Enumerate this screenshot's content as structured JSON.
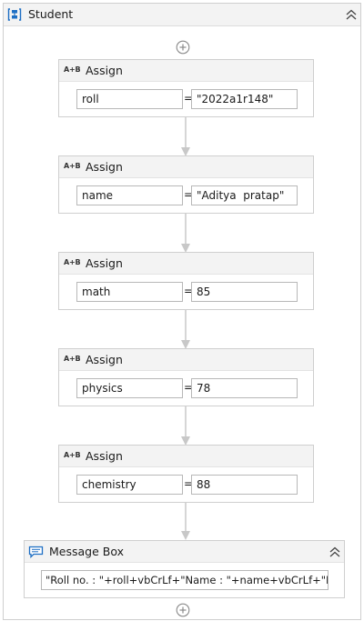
{
  "sequence": {
    "title": "Student",
    "icon": "sequence-icon",
    "collapse_icon": "double-chevron-up-icon"
  },
  "assign_icon_text": "A+B",
  "assigns": [
    {
      "title": "Assign",
      "to": "roll",
      "value": "\"2022a1r148\""
    },
    {
      "title": "Assign",
      "to": "name",
      "value": "\"Aditya  pratap\""
    },
    {
      "title": "Assign",
      "to": "math",
      "value": "85"
    },
    {
      "title": "Assign",
      "to": "physics",
      "value": "78"
    },
    {
      "title": "Assign",
      "to": "chemistry",
      "value": "88"
    }
  ],
  "equals_sign": "=",
  "message_box": {
    "title": "Message Box",
    "icon": "message-box-icon",
    "collapse_icon": "double-chevron-up-icon",
    "text": "\"Roll no. : \"+roll+vbCrLf+\"Name : \"+name+vbCrLf+\"Math : \"+math.ToString"
  },
  "colors": {
    "connector": "#c8c8c8",
    "header_bg": "#f3f3f3",
    "border": "#cfcfcf",
    "icon_blue": "#1e6fc4"
  }
}
